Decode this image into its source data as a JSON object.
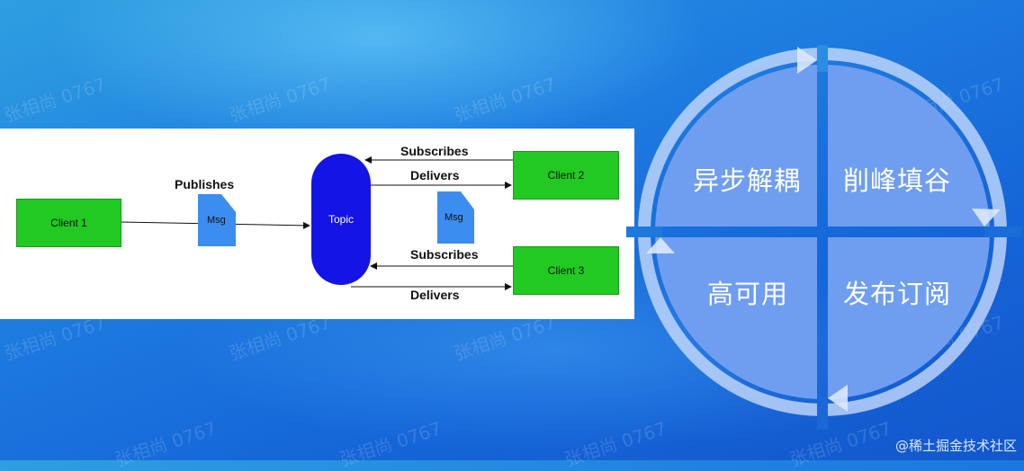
{
  "diagram": {
    "client1": "Client 1",
    "client2": "Client 2",
    "client3": "Client 3",
    "topic": "Topic",
    "msg": "Msg",
    "publishes": "Publishes",
    "subscribes": "Subscribes",
    "delivers": "Delivers"
  },
  "quadrants": {
    "top_left": "异步解耦",
    "top_right": "削峰填谷",
    "bottom_left": "高可用",
    "bottom_right": "发布订阅"
  },
  "watermark": "张相尚 0767",
  "site_credit": "@稀土掘金技术社区",
  "colors": {
    "client_green": "#22c922",
    "topic_blue": "#1414e6",
    "msg_blue": "#3b8df0",
    "background": "#1f7fe0",
    "quadrant": "#6f9ef0"
  }
}
